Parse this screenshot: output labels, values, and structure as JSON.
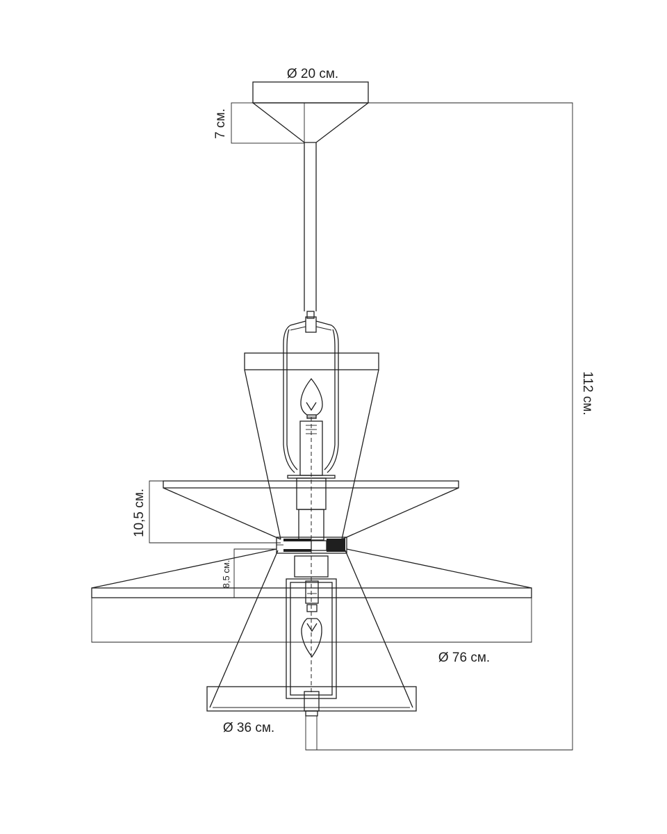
{
  "dimensions": {
    "canopy_diameter": "Ø 20 см.",
    "canopy_height": "7 см.",
    "total_height": "112 см.",
    "upper_disc_height": "10,5 см.",
    "lower_disc_height": "8,5 см.",
    "large_disc_diameter": "Ø 76 см.",
    "bottom_shade_diameter": "Ø 36 см."
  },
  "colors": {
    "line": "#1f1f1f",
    "background": "#ffffff"
  }
}
